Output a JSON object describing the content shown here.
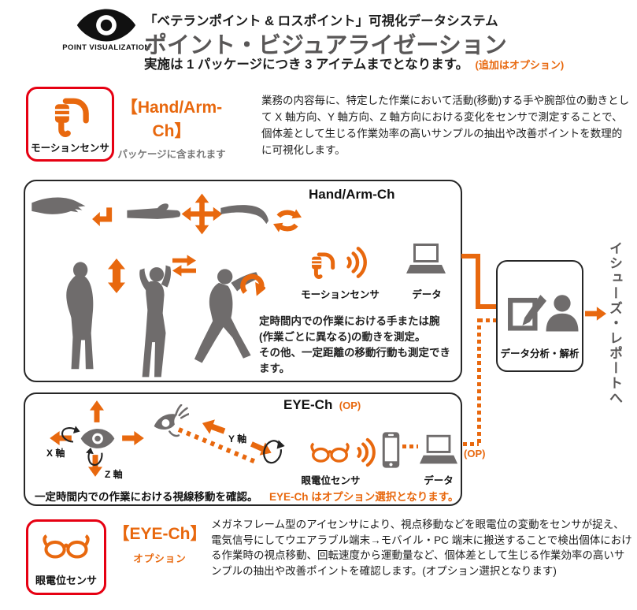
{
  "colors": {
    "accent_orange": "#E8680E",
    "badge_red": "#E60012",
    "silhouette_gray": "#6F6C6C",
    "title_gray": "#595757"
  },
  "icons": {
    "brand_logo": "eye",
    "motion_sensor": "wrist-band-sensor",
    "eye_sensor": "glasses",
    "signal": "wifi-arcs",
    "data_terminal": "laptop",
    "mobile_terminal": "smartphone",
    "analysis": "checkbox-pen-and-person"
  },
  "header": {
    "brand": "POINT VISUALIZATION",
    "system_label": "「ベテランポイント & ロスポイント」可視化データシステム",
    "title": "ポイント・ビジュアライゼーション",
    "limit_note": "実施は 1 パッケージにつき 3 アイテムまでとなります。",
    "limit_note_option": "(追加はオプション)"
  },
  "motion_section": {
    "badge_label": "モーションセンサ",
    "heading": "【Hand/Arm-Ch】",
    "included_note": "パッケージに含まれます",
    "description": "業務の内容毎に、特定した作業において活動(移動)する手や腕部位の動きとして X 軸方向、Y 軸方向、Z 軸方向における変化をセンサで測定することで、個体差として生じる作業効率の高いサンプルの抽出や改善ポイントを数理的に可視化します。"
  },
  "hand_arm_box": {
    "title": "Hand/Arm-Ch",
    "sensor_label": "モーションセンサ",
    "data_label": "データ",
    "note_lines": [
      "定時間内での作業における手または腕",
      "(作業ごとに異なる)の動きを測定。",
      "その他、一定距離の移動行動も測定できます。"
    ]
  },
  "analysis": {
    "box_label": "データ分析・解析",
    "op_label": "(OP)",
    "output_label": "イシューズ・レポートへ"
  },
  "eye_box": {
    "title": "EYE-Ch",
    "title_op": "(OP)",
    "x_axis_label": "X 軸",
    "y_axis_label": "Y 軸",
    "z_axis_label": "Z 軸",
    "sensor_label": "眼電位センサ",
    "data_label": "データ",
    "note": "一定時間内での作業における視線移動を確認。",
    "note_option": "EYE-Ch はオプション選択となります。"
  },
  "eye_section": {
    "badge_label": "眼電位センサ",
    "heading": "【EYE-Ch】",
    "option_note": "オプション",
    "description": "メガネフレーム型のアイセンサにより、視点移動などを眼電位の変動をセンサが捉え、電気信号にしてウエアラブル端末→モバイル・PC 端末に搬送することで検出個体における作業時の視点移動、回転速度から運動量など、個体差として生じる作業効率の高いサンプルの抽出や改善ポイントを確認します。(オプション選択となります)"
  }
}
